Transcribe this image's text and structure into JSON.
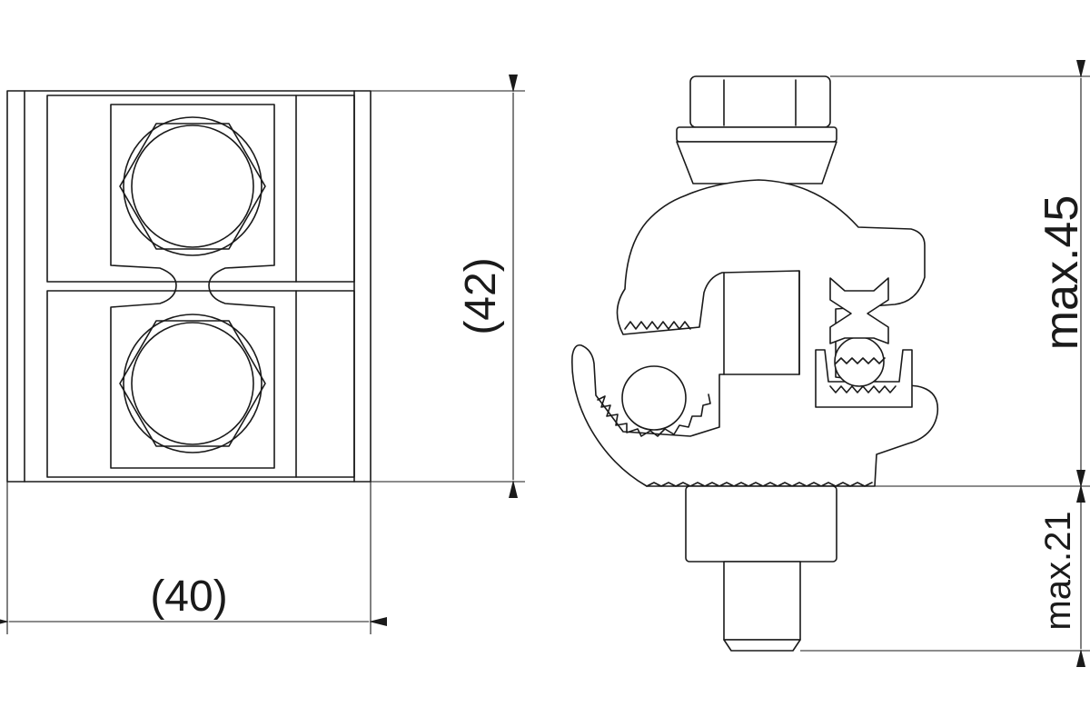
{
  "dimensions": {
    "front_width": "(40)",
    "front_height": "(42)",
    "side_body_height": "max.45",
    "side_bolt_length": "max.21"
  },
  "colors": {
    "line": "#1a1a1a",
    "background": "#ffffff"
  }
}
